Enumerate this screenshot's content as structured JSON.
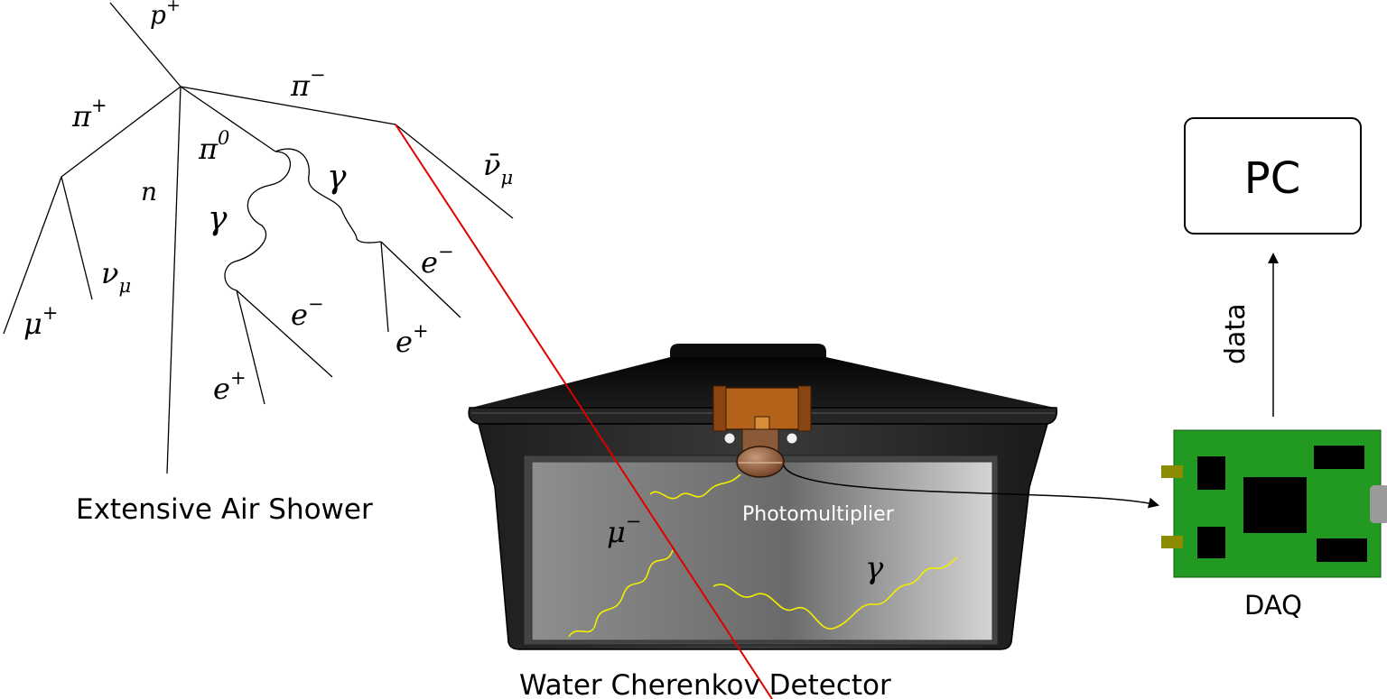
{
  "shower": {
    "caption": "Extensive Air Shower",
    "particles": {
      "proton": {
        "base": "p",
        "sup": "+"
      },
      "pi_plus": {
        "base": "π",
        "sup": "+"
      },
      "pi_minus": {
        "base": "π",
        "sup": "−"
      },
      "pi_zero": {
        "base": "π",
        "sup": "0"
      },
      "neutron": {
        "base": "n"
      },
      "gamma_left": {
        "base": "γ"
      },
      "gamma_right": {
        "base": "γ"
      },
      "nu_bar_mu": {
        "base": "ν̄",
        "sub": "μ"
      },
      "nu_mu": {
        "base": "ν",
        "sub": "μ"
      },
      "mu_plus": {
        "base": "μ",
        "sup": "+"
      },
      "e_minus_right": {
        "base": "e",
        "sup": "−"
      },
      "e_plus_right": {
        "base": "e",
        "sup": "+"
      },
      "e_minus_left": {
        "base": "e",
        "sup": "−"
      },
      "e_plus_left": {
        "base": "e",
        "sup": "+"
      }
    }
  },
  "detector": {
    "caption": "Water Cherenkov Detector",
    "pmt_label": "Photomultiplier",
    "muon": {
      "base": "μ",
      "sup": "−"
    },
    "photon_label": "γ",
    "colors": {
      "muon": "#dd0000",
      "photon": "#f2ee00",
      "body": "#2e2e2e",
      "pmt": "#b3621a"
    }
  },
  "daq": {
    "caption": "DAQ",
    "board_color": "#229a22"
  },
  "pc": {
    "label": "PC"
  },
  "link": {
    "label": "data"
  }
}
